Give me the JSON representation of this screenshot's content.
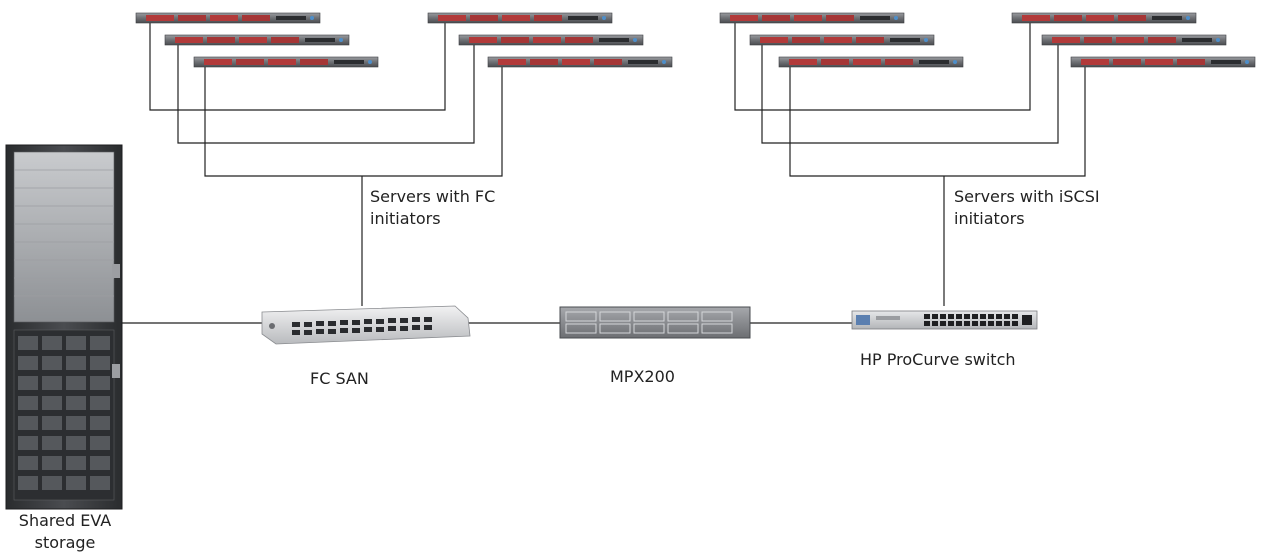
{
  "labels": {
    "fc_servers": [
      "Servers with FC",
      "initiators"
    ],
    "iscsi_servers": [
      "Servers with iSCSI",
      "initiators"
    ],
    "fc_san": "FC SAN",
    "mpx200": "MPX200",
    "procurve": "HP ProCurve switch",
    "eva_storage": [
      "Shared EVA",
      "storage"
    ]
  },
  "colors": {
    "line": "#222222",
    "server_body": "#6e7074",
    "server_drive": "#b23a3a",
    "rack": "#3b3d40",
    "switch_body": "#d7d8da",
    "port": "#1e1f21",
    "mpx_body": "#8c8e92",
    "text": "#222222"
  }
}
